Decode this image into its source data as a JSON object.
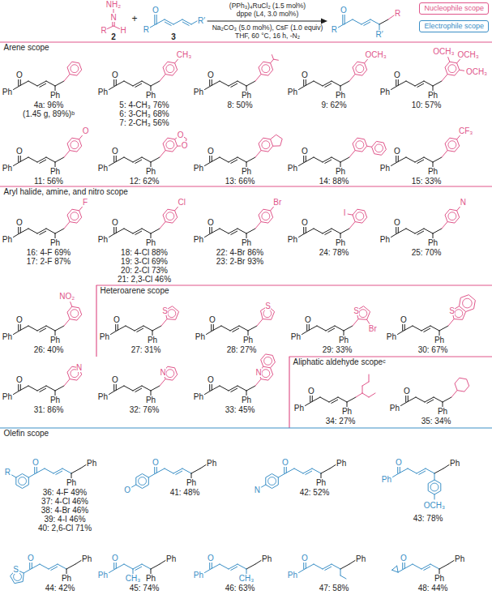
{
  "diagram": {
    "labels": [
      "NH₂",
      "N",
      "R",
      "H",
      "2",
      "+",
      "O",
      "R",
      "R′",
      "3",
      "(PPh₃)₄RuCl₂ (1.5 mol%)",
      "dppe (L4, 3.0 mol%)",
      "Na₂CO₃ (5.0 mol%), CsF (1.0 equiv)",
      "THF, 60 °C, 16 h, -N₂",
      "O",
      "R",
      "R′",
      "R",
      "Arene scope",
      "Ph",
      "O",
      "Ph",
      "4a: 96%",
      "(1.45 g, 89%)ᵇ",
      "Ph",
      "O",
      "Ph",
      "CH₃",
      "5: 4-CH₃ 76%",
      "6: 3-CH₃ 68%",
      "7: 2-CH₃ 56%",
      "Ph",
      "O",
      "Ph",
      "8: 50%",
      "Ph",
      "O",
      "Ph",
      "OCH₃",
      "9: 62%",
      "Ph",
      "O",
      "Ph",
      "OCH₃",
      "OCH₃",
      "OCH₃",
      "10: 57%",
      "Ph",
      "O",
      "Ph",
      "O",
      "11: 56%",
      "Ph",
      "O",
      "Ph",
      "O",
      "O",
      "12: 62%",
      "Ph",
      "O",
      "Ph",
      "13: 66%",
      "Ph",
      "O",
      "Ph",
      "14: 88%",
      "Ph",
      "O",
      "Ph",
      "CF₃",
      "15: 33%",
      "Aryl halide, amine, and nitro scope",
      "Ph",
      "O",
      "Ph",
      "F",
      "16: 4-F 69%",
      "17: 2-F 87%",
      "Ph",
      "O",
      "Ph",
      "Cl",
      "18: 4-Cl 88%",
      "19: 3-Cl 69%",
      "20: 2-Cl 73%",
      "21: 2,3-Cl 46%",
      "Ph",
      "O",
      "Ph",
      "Br",
      "22: 4-Br 86%",
      "23: 2-Br 93%",
      "Ph",
      "O",
      "Ph",
      "I",
      "24: 78%",
      "Ph",
      "O",
      "Ph",
      "N",
      "25: 70%",
      "Ph",
      "O",
      "Ph",
      "NO₂",
      "26: 40%",
      "Heteroarene scope",
      "Ph",
      "O",
      "Ph",
      "S",
      "27: 31%",
      "Ph",
      "O",
      "Ph",
      "S",
      "28: 27%",
      "Ph",
      "O",
      "Ph",
      "Br",
      "S",
      "29: 33%",
      "Ph",
      "O",
      "Ph",
      "S",
      "30: 67%",
      "Ph",
      "O",
      "Ph",
      "N",
      "31: 86%",
      "Ph",
      "O",
      "Ph",
      "N",
      "32: 76%",
      "Ph",
      "O",
      "Ph",
      "N",
      "33: 45%",
      "Aliphatic aldehyde scopeᶜ",
      "Ph",
      "O",
      "Ph",
      "34: 27%",
      "Ph",
      "O",
      "Ph",
      "35: 34%",
      "Olefin scope",
      "R",
      "O",
      "Ph",
      "Ph",
      "36: 4-F 49%",
      "37: 4-Cl 46%",
      "38: 4-Br 46%",
      "39: 4-I 46%",
      "40: 2,6-Cl 71%",
      "O",
      "O",
      "Ph",
      "Ph",
      "41: 48%",
      "N",
      "O",
      "Ph",
      "Ph",
      "42: 52%",
      "Ph",
      "O",
      "OCH₃",
      "Ph",
      "43: 78%",
      "S",
      "O",
      "Ph",
      "Ph",
      "44: 42%",
      "Ph",
      "O",
      "Ph",
      "Ph",
      "CH₃",
      "45: 74%",
      "Ph",
      "O",
      "CH₃",
      "Ph",
      "46: 63%",
      "Ph",
      "O",
      "Ph",
      "47: 58%",
      "O",
      "Ph",
      "Ph",
      "48: 44%"
    ],
    "legend": [
      {
        "text": "Nucleophile scope",
        "color": "#e0558a"
      },
      {
        "text": "Electrophile scope",
        "color": "#3a8fc6"
      }
    ]
  }
}
